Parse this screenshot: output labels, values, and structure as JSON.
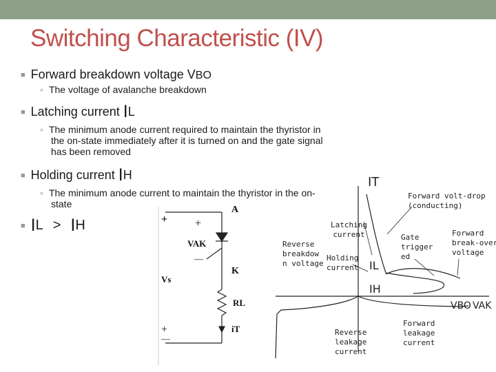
{
  "slide": {
    "title": "Switching Characteristic (IV)",
    "bullets": [
      {
        "prefix": "Forward breakdown voltage ",
        "sym": "V",
        "sub": "BO"
      },
      {
        "prefix": "Latching current ",
        "sym": "I",
        "sub": "L"
      },
      {
        "prefix": "Holding current ",
        "sym": "I",
        "sub": "H"
      }
    ],
    "subpoints": [
      "The voltage of avalanche breakdown",
      "The minimum anode current required to maintain the thyristor in the on-state immediately after it is turned on and the gate signal has been removed",
      "The minimum anode current to maintain the thyristor in the on-state"
    ],
    "relation": {
      "left_sym": "I",
      "left_sub": "L",
      "op": ">",
      "right_sym": "I",
      "right_sub": "H"
    },
    "bullet_icon": "square-bullet-icon",
    "sub_icon": "hollow-circle-icon"
  },
  "circuit": {
    "A": "A",
    "plus_top": "+",
    "plus_side": "+",
    "VAK": "VAK",
    "minus_mid": "—",
    "K": "K",
    "Vs": "Vs",
    "RL": "RL",
    "iT": "iT",
    "plus_bottom": "+",
    "minus_bottom": "—"
  },
  "graph": {
    "IT": "IT",
    "forward_volt_drop": "Forward volt-drop\n(conducting)",
    "latching": "Latching\ncurrent",
    "gate_triggered": "Gate\ntrigger\ned",
    "forward_breakover": "Forward\nbreak-over\nvoltage",
    "reverse_breakdown": "Reverse\nbreakdow\nn voltage",
    "holding": "Holding\ncurrent",
    "IL": "IL",
    "IH": "IH",
    "VBO": "VBO",
    "VAK": "VAK",
    "reverse_leakage": "Reverse\nleakage\ncurrent",
    "forward_leakage": "Forward\nleakage\ncurrent"
  },
  "colors": {
    "accent": "#8fa08a",
    "title": "#c0504d"
  }
}
